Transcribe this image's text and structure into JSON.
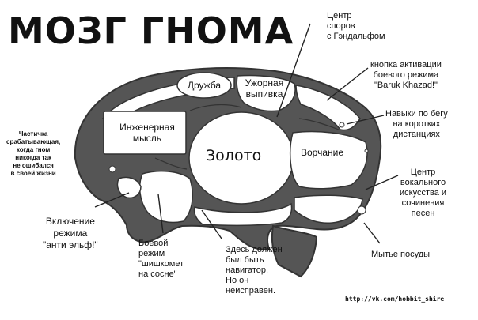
{
  "title": "МОЗГ ГНОМА",
  "regions": {
    "engineering": "Инженерная\nмысль",
    "friendship": "Дружба",
    "supper": "Ужорная\nвыпивка",
    "gold": "Золото",
    "grumbling": "Ворчание"
  },
  "annotations": {
    "gandalf": "Центр\nспоров\nс Гэндальфом",
    "baruk": "кнопка активации\nбоевого режима\n\"Baruk Khazad!\"",
    "running": "Навыки по бегу\nна коротких\nдистанциях",
    "vocal": "Центр\nвокального\nискусства и\nсочинения\nпесен",
    "dishes": "Мытье посуды",
    "navigator": "Здесь должен\nбыл быть\nнавигатор.\nНо он\nнеисправен.",
    "combat": "Боевой\nрежим\n\"шишкомет\nна сосне\"",
    "antielf": "Включение\nрежима\n\"анти эльф!\"",
    "particle": "Частичка\nсрабатывающая,\nкогда гном\nникогда так\nне ошибался\nв своей жизни"
  },
  "footer": "http://vk.com/hobbit_shire"
}
